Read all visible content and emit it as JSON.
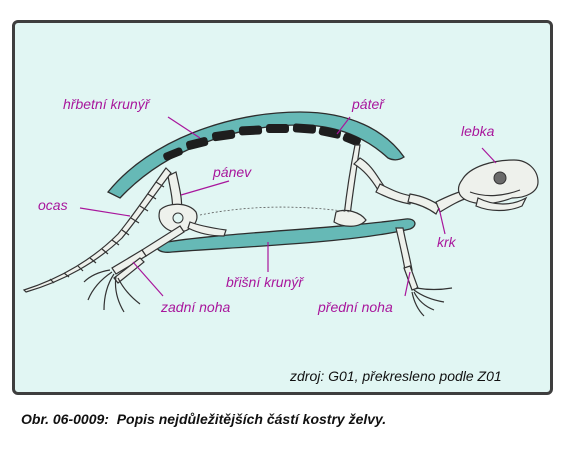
{
  "colors": {
    "label": "#a8169c",
    "shell": "#66b9b6",
    "background": "#e1f6f3",
    "frame": "#3e3e3e",
    "vertebra": "#1e1e1e"
  },
  "labels": {
    "dorsal_shell": "hřbetní krunýř",
    "spine": "páteř",
    "skull": "lebka",
    "pelvis": "pánev",
    "tail": "ocas",
    "neck": "krk",
    "ventral_shell": "břišní krunýř",
    "hind_leg": "zadní noha",
    "front_leg": "přední noha"
  },
  "source": "zdroj: G01, překresleno podle Z01",
  "caption": "Obr. 06-0009:  Popis nejdůležitějších částí kostry želvy."
}
